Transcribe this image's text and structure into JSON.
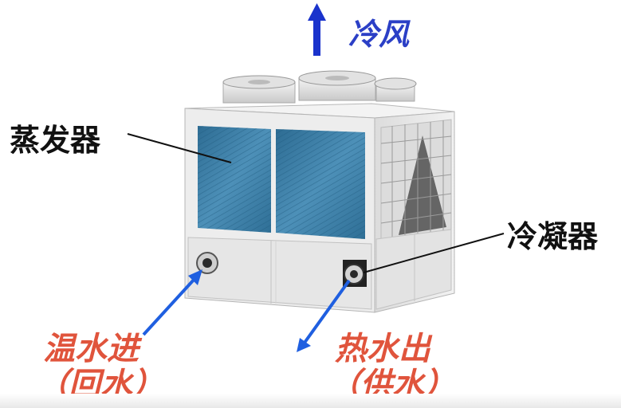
{
  "labels": {
    "cold_air": "冷风",
    "evaporator": "蒸发器",
    "condenser": "冷凝器",
    "warm_in_line1": "温水进",
    "warm_in_line2": "（回水）",
    "hot_out_line1": "热水出",
    "hot_out_line2": "（供水）"
  },
  "colors": {
    "cold_air_arrow": "#1a33cc",
    "flow_arrow": "#1f5fe0",
    "water_label": "#e0543c",
    "pointer_line": "#111111",
    "coil": "#3f7fa8",
    "casing": "#eeeeee"
  }
}
